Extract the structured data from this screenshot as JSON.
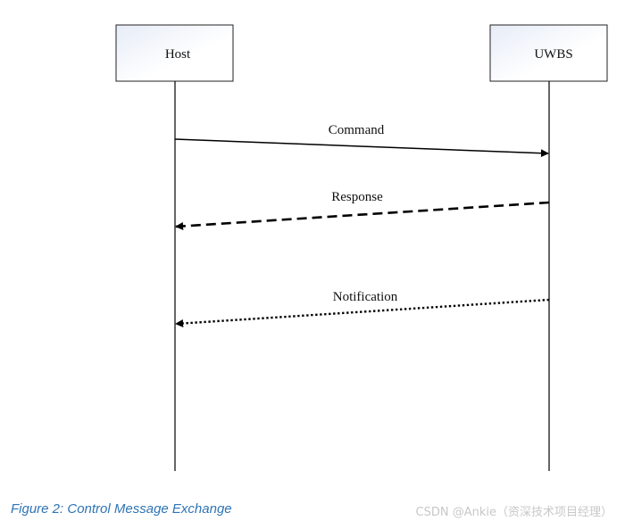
{
  "participants": {
    "host": {
      "label": "Host"
    },
    "uwbs": {
      "label": "UWBS"
    }
  },
  "messages": {
    "command": {
      "label": "Command",
      "style": "solid",
      "direction": "host-to-uwbs"
    },
    "response": {
      "label": "Response",
      "style": "dashed",
      "direction": "uwbs-to-host"
    },
    "notification": {
      "label": "Notification",
      "style": "dotted",
      "direction": "uwbs-to-host"
    }
  },
  "caption": "Figure 2: Control Message Exchange",
  "watermark": "CSDN @Ankie（资深技术项目经理）",
  "colors": {
    "caption": "#2e74b5",
    "lines": "#000000",
    "box_gradient_top": "#e6ecf7",
    "box_gradient_bottom": "#ffffff",
    "watermark": "#c8c8c8"
  }
}
